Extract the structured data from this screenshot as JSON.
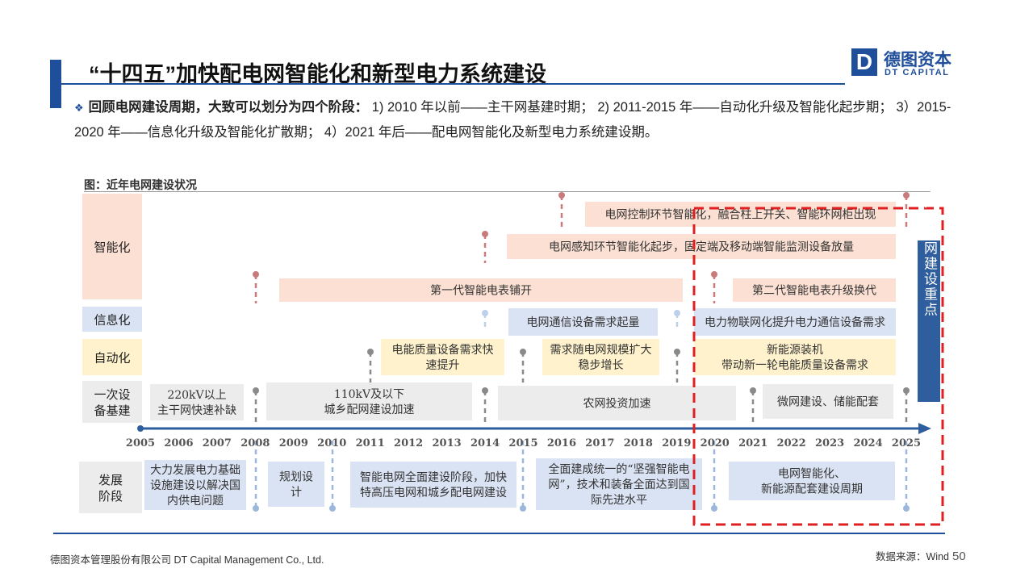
{
  "page": {
    "title": "“十四五”加快配电网智能化和新型电力系统建设",
    "bullet_lead": "回顾电网建设周期，大致可以划分为四个阶段：",
    "bullet_text": " 1) 2010 年以前——主干网基建时期； 2)  2011-2015 年——自动化升级及智能化起步期； 3）2015-2020 年——信息化升级及智能化扩散期； 4）2021 年后——配电网智能化及新型电力系统建设期。",
    "figure_caption": "图：近年电网建设状况",
    "logo_mark": "D",
    "logo_cn": "德图资本",
    "logo_en": "DT CAPITAL",
    "footer_left": "德图资本管理股份有限公司 DT Capital Management Co., Ltd.",
    "footer_source": "数据来源：Wind",
    "page_number": "50"
  },
  "diagram": {
    "years": [
      "2005",
      "2006",
      "2007",
      "2008",
      "2009",
      "2010",
      "2011",
      "2012",
      "2013",
      "2014",
      "2015",
      "2016",
      "2017",
      "2018",
      "2019",
      "2020",
      "2021",
      "2022",
      "2023",
      "2024",
      "2025"
    ],
    "row_labels": [
      {
        "text": "智能化",
        "fill": "#fbe0d3"
      },
      {
        "text": "信息化",
        "fill": "#dae3f3"
      },
      {
        "text": "自动化",
        "fill": "#fff2cc"
      },
      {
        "text": "一次设\n备基建",
        "fill": "#ececec"
      },
      {
        "text": "发展\n阶段",
        "fill": "#ececec"
      }
    ],
    "boxes": [
      {
        "text": "电网控制环节智能化，融合柱上开关、智能环网柜出现",
        "fill": "#fbe0d3"
      },
      {
        "text": "电网感知环节智能化起步，固定端及移动端智能监测设备放量",
        "fill": "#fbe0d3"
      },
      {
        "text": "第一代智能电表铺开",
        "fill": "#fbe0d3"
      },
      {
        "text": "第二代智能电表升级换代",
        "fill": "#fbe0d3"
      },
      {
        "text": "电网通信设备需求起量",
        "fill": "#dae3f3"
      },
      {
        "text": "电力物联网化提升电力通信设备需求",
        "fill": "#dae3f3"
      },
      {
        "text": "电能质量设备需求快\n速提升",
        "fill": "#fff2cc"
      },
      {
        "text": "需求随电网规模扩大\n稳步增长",
        "fill": "#fff2cc"
      },
      {
        "text": "新能源装机\n带动新一轮电能质量设备需求",
        "fill": "#fff2cc"
      },
      {
        "text": "220kV以上\n主干网快速补缺",
        "fill": "#ececec"
      },
      {
        "text": "110kV及以下\n城乡配网建设加速",
        "fill": "#ececec"
      },
      {
        "text": "农网投资加速",
        "fill": "#ececec"
      },
      {
        "text": "微网建设、储能配套",
        "fill": "#ececec"
      },
      {
        "text": "大力发展电力基础\n设施建设以解决国\n内供电问题",
        "fill": "#dae3f3"
      },
      {
        "text": "规划设\n计",
        "fill": "#dae3f3"
      },
      {
        "text": "智能电网全面建设阶段，加快\n特高压电网和城乡配电网建设",
        "fill": "#dae3f3"
      },
      {
        "text": "全面建成统一的“坚强智能电\n网”，技术和装备全面达到国\n际先进水平",
        "fill": "#dae3f3"
      },
      {
        "text": "电网智能化、\n新能源配套建设周期",
        "fill": "#dae3f3"
      }
    ],
    "highlight_label": "十四五电网建设重点",
    "colors": {
      "axis": "#2e5e9e",
      "highlight": "#e02020",
      "vertical_label": "#2e5e9e"
    }
  }
}
